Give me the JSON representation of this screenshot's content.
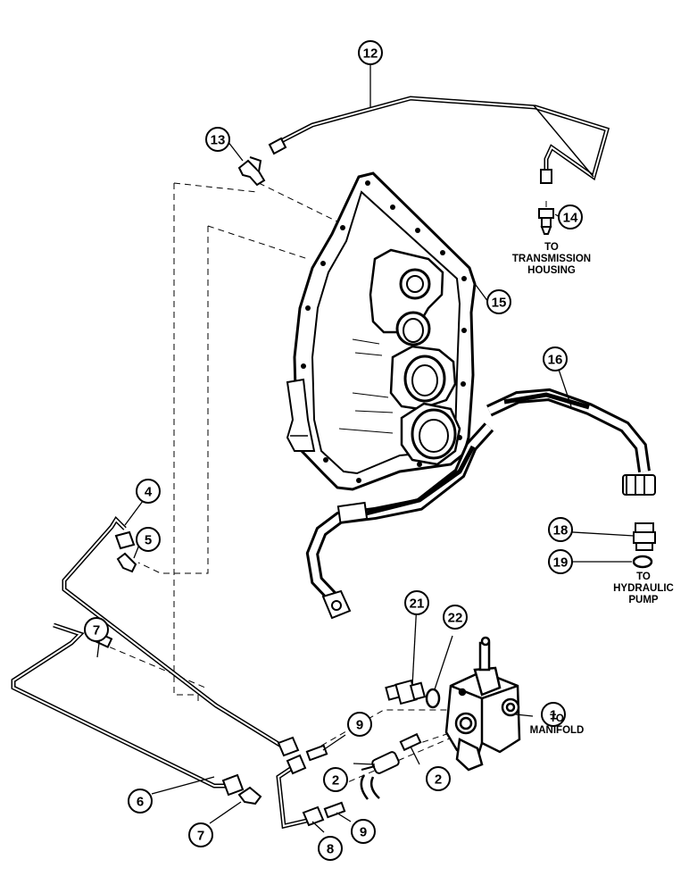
{
  "callouts": [
    {
      "id": "c1",
      "label": "1"
    },
    {
      "id": "c2a",
      "label": "2"
    },
    {
      "id": "c2b",
      "label": "2"
    },
    {
      "id": "c4",
      "label": "4"
    },
    {
      "id": "c5",
      "label": "5"
    },
    {
      "id": "c6",
      "label": "6"
    },
    {
      "id": "c7a",
      "label": "7"
    },
    {
      "id": "c7b",
      "label": "7"
    },
    {
      "id": "c8",
      "label": "8"
    },
    {
      "id": "c9a",
      "label": "9"
    },
    {
      "id": "c9b",
      "label": "9"
    },
    {
      "id": "c12",
      "label": "12"
    },
    {
      "id": "c13",
      "label": "13"
    },
    {
      "id": "c14",
      "label": "14"
    },
    {
      "id": "c15",
      "label": "15"
    },
    {
      "id": "c16",
      "label": "16"
    },
    {
      "id": "c18",
      "label": "18"
    },
    {
      "id": "c19",
      "label": "19"
    },
    {
      "id": "c21",
      "label": "21"
    },
    {
      "id": "c22",
      "label": "22"
    }
  ],
  "notes": {
    "transmission": [
      "TO",
      "TRANSMISSION",
      "HOUSING"
    ],
    "pump": [
      "TO",
      "HYDRAULIC",
      "PUMP"
    ],
    "manifold": [
      "TO",
      "MANIFOLD"
    ]
  },
  "colors": {
    "ink": "#000000",
    "paper": "#ffffff"
  }
}
